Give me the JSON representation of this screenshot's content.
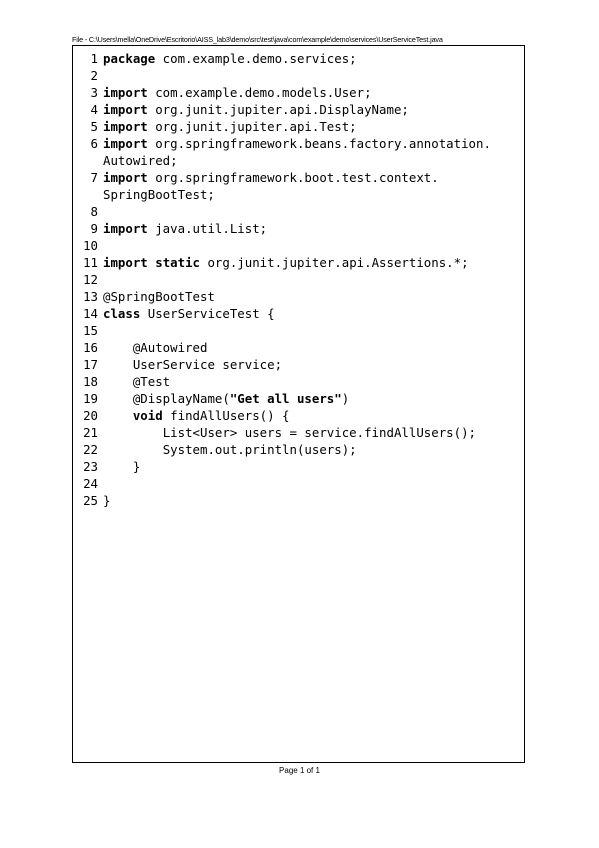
{
  "header": {
    "file_path": "File - C:\\Users\\mella\\OneDrive\\Escritorio\\AISS_lab3\\demo\\src\\test\\java\\com\\example\\demo\\services\\UserServiceTest.java"
  },
  "footer": {
    "page_label": "Page 1 of 1"
  },
  "code": {
    "lines": [
      {
        "n": "1",
        "parts": [
          [
            "kw",
            "package"
          ],
          [
            "t",
            " com.example.demo.services;"
          ]
        ]
      },
      {
        "n": "2",
        "parts": []
      },
      {
        "n": "3",
        "parts": [
          [
            "kw",
            "import"
          ],
          [
            "t",
            " com.example.demo.models.User;"
          ]
        ]
      },
      {
        "n": "4",
        "parts": [
          [
            "kw",
            "import"
          ],
          [
            "t",
            " org.junit.jupiter.api.DisplayName;"
          ]
        ]
      },
      {
        "n": "5",
        "parts": [
          [
            "kw",
            "import"
          ],
          [
            "t",
            " org.junit.jupiter.api.Test;"
          ]
        ]
      },
      {
        "n": "6",
        "parts": [
          [
            "kw",
            "import"
          ],
          [
            "t",
            " org.springframework.beans.factory.annotation."
          ]
        ],
        "cont": "Autowired;"
      },
      {
        "n": "7",
        "parts": [
          [
            "kw",
            "import"
          ],
          [
            "t",
            " org.springframework.boot.test.context."
          ]
        ],
        "cont": "SpringBootTest;"
      },
      {
        "n": "8",
        "parts": []
      },
      {
        "n": "9",
        "parts": [
          [
            "kw",
            "import"
          ],
          [
            "t",
            " java.util.List;"
          ]
        ]
      },
      {
        "n": "10",
        "parts": []
      },
      {
        "n": "11",
        "parts": [
          [
            "kw",
            "import"
          ],
          [
            "t",
            " "
          ],
          [
            "kw",
            "static"
          ],
          [
            "t",
            " org.junit.jupiter.api.Assertions.*;"
          ]
        ]
      },
      {
        "n": "12",
        "parts": []
      },
      {
        "n": "13",
        "parts": [
          [
            "t",
            "@SpringBootTest"
          ]
        ]
      },
      {
        "n": "14",
        "parts": [
          [
            "kw",
            "class"
          ],
          [
            "t",
            " UserServiceTest {"
          ]
        ]
      },
      {
        "n": "15",
        "parts": []
      },
      {
        "n": "16",
        "parts": [
          [
            "t",
            "    @Autowired"
          ]
        ]
      },
      {
        "n": "17",
        "parts": [
          [
            "t",
            "    UserService service;"
          ]
        ]
      },
      {
        "n": "18",
        "parts": [
          [
            "t",
            "    @Test"
          ]
        ]
      },
      {
        "n": "19",
        "parts": [
          [
            "t",
            "    @DisplayName("
          ],
          [
            "str",
            "\"Get all users\""
          ],
          [
            "t",
            ")"
          ]
        ]
      },
      {
        "n": "20",
        "parts": [
          [
            "t",
            "    "
          ],
          [
            "kw",
            "void"
          ],
          [
            "t",
            " findAllUsers() {"
          ]
        ]
      },
      {
        "n": "21",
        "parts": [
          [
            "t",
            "        List<User> users = service.findAllUsers();"
          ]
        ]
      },
      {
        "n": "22",
        "parts": [
          [
            "t",
            "        System.out.println(users);"
          ]
        ]
      },
      {
        "n": "23",
        "parts": [
          [
            "t",
            "    }"
          ]
        ]
      },
      {
        "n": "24",
        "parts": []
      },
      {
        "n": "25",
        "parts": [
          [
            "t",
            "}"
          ]
        ]
      }
    ]
  }
}
